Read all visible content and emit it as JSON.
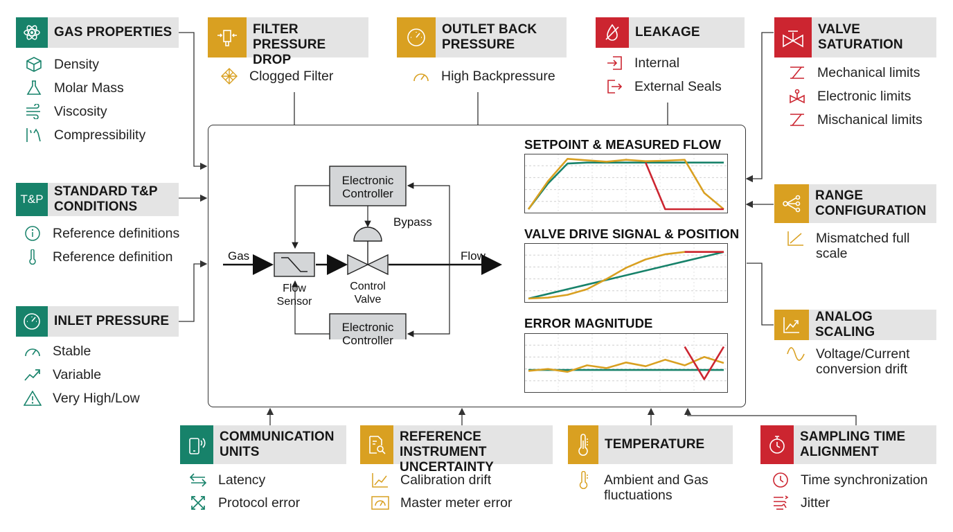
{
  "gas_properties": {
    "title": "GAS PROPERTIES",
    "icon": "atom-icon",
    "items": [
      {
        "label": "Density",
        "icon": "cube-icon"
      },
      {
        "label": "Molar Mass",
        "icon": "flask-icon"
      },
      {
        "label": "Viscosity",
        "icon": "wind-icon"
      },
      {
        "label": "Compressibility",
        "icon": "compress-icon"
      }
    ]
  },
  "standard_tp": {
    "title_line1": "STANDARD T&P",
    "title_line2": "CONDITIONS",
    "icon_text": "T&P",
    "items": [
      {
        "label": "Reference definitions",
        "icon": "info-icon"
      },
      {
        "label": "Reference definition",
        "icon": "thermometer-icon"
      }
    ]
  },
  "inlet_pressure": {
    "title": "INLET PRESSURE",
    "icon": "gauge-icon",
    "items": [
      {
        "label": "Stable",
        "icon": "gauge-icon"
      },
      {
        "label": "Variable",
        "icon": "trend-up-icon"
      },
      {
        "label": "Very High/Low",
        "icon": "warning-icon"
      }
    ]
  },
  "filter_pressure_drop": {
    "title_line1": "FILTER",
    "title_line2": "PRESSURE DROP",
    "icon": "filter-icon",
    "items": [
      {
        "label": "Clogged Filter",
        "icon": "mesh-icon"
      }
    ]
  },
  "outlet_back_pressure": {
    "title_line1": "OUTLET BACK",
    "title_line2": "PRESSURE",
    "icon": "gauge-icon",
    "items": [
      {
        "label": "High Backpressure",
        "icon": "gauge-icon"
      }
    ]
  },
  "leakage": {
    "title": "LEAKAGE",
    "icon": "drop-slash-icon",
    "items": [
      {
        "label": "Internal",
        "icon": "arrow-in-icon"
      },
      {
        "label": "External Seals",
        "icon": "arrow-out-icon"
      }
    ]
  },
  "valve_saturation": {
    "title_line1": "VALVE",
    "title_line2": "SATURATION",
    "icon": "valve-icon",
    "items": [
      {
        "label": "Mechanical limits",
        "icon": "limit-icon"
      },
      {
        "label": "Electronic limits",
        "icon": "valve-icon"
      },
      {
        "label": "Mischanical limits",
        "icon": "limit-icon"
      }
    ]
  },
  "range_configuration": {
    "title_line1": "RANGE",
    "title_line2": "CONFIGURATION",
    "icon": "branch-icon",
    "items": [
      {
        "label_line1": "Mismatched full",
        "label_line2": "scale",
        "icon": "trend-icon"
      }
    ]
  },
  "analog_scaling": {
    "title": "ANALOG SCALING",
    "icon": "chart-icon",
    "items": [
      {
        "label_line1": "Voltage/Current",
        "label_line2": "conversion drift",
        "icon": "sine-icon"
      }
    ]
  },
  "communication_units": {
    "title_line1": "COMMUNICATION",
    "title_line2": "UNITS",
    "icon": "phone-signal-icon",
    "items": [
      {
        "label": "Latency",
        "icon": "swap-arrows-icon"
      },
      {
        "label": "Protocol error",
        "icon": "cross-arrows-icon"
      }
    ]
  },
  "reference_instrument": {
    "title_line1": "REFERENCE INSTRUMENT",
    "title_line2": "UNCERTAINTY",
    "icon": "document-search-icon",
    "items": [
      {
        "label": "Calibration drift",
        "icon": "trend-icon"
      },
      {
        "label": "Master meter error",
        "icon": "meter-icon"
      }
    ]
  },
  "temperature": {
    "title": "TEMPERATURE",
    "icon": "thermometer-icon",
    "items": [
      {
        "label_line1": "Ambient and Gas",
        "label_line2": "fluctuations",
        "icon": "thermometer-icon"
      }
    ]
  },
  "sampling_time": {
    "title_line1": "SAMPLING TIME",
    "title_line2": "ALIGNMENT",
    "icon": "stopwatch-icon",
    "items": [
      {
        "label": "Time synchronization",
        "icon": "clock-icon"
      },
      {
        "label": "Jitter",
        "icon": "jitter-icon"
      }
    ]
  },
  "diagram": {
    "gas": "Gas",
    "flow": "Flow",
    "bypass": "Bypass",
    "controller_top_line1": "Electronic",
    "controller_top_line2": "Controller",
    "controller_bottom_line1": "Electronic",
    "controller_bottom_line2": "Controller",
    "sensor_line1": "Flow",
    "sensor_line2": "Sensor",
    "valve_line1": "Control",
    "valve_line2": "Valve"
  },
  "colors": {
    "green": "#17826a",
    "gold": "#d9a021",
    "red": "#cc2530",
    "card_bg": "#e4e4e4"
  },
  "chart_data": [
    {
      "type": "line",
      "title": "SETPOINT & MEASURED FLOW",
      "x": [
        0,
        10,
        20,
        30,
        40,
        50,
        60,
        70,
        80,
        90,
        100
      ],
      "series": [
        {
          "color": "#17826a",
          "values": [
            0,
            0.55,
            0.98,
            1,
            1,
            1,
            1,
            1,
            1,
            1,
            1
          ]
        },
        {
          "color": "#d9a021",
          "values": [
            0,
            0.6,
            1.08,
            1.05,
            1.02,
            1.06,
            1.03,
            1.04,
            1.06,
            0.35,
            0
          ]
        },
        {
          "color": "#cc2530",
          "values": [
            null,
            null,
            null,
            null,
            null,
            null,
            1.0,
            0,
            0,
            0,
            0
          ]
        }
      ]
    },
    {
      "type": "line",
      "title": "VALVE DRIVE SIGNAL & POSITION",
      "x": [
        0,
        10,
        20,
        30,
        40,
        50,
        60,
        70,
        80,
        90,
        100
      ],
      "series": [
        {
          "color": "#17826a",
          "values": [
            0,
            0.1,
            0.2,
            0.3,
            0.4,
            0.5,
            0.6,
            0.7,
            0.8,
            0.9,
            1.0
          ]
        },
        {
          "color": "#d9a021",
          "values": [
            0,
            0.02,
            0.08,
            0.2,
            0.42,
            0.66,
            0.84,
            0.95,
            1.0,
            1.0,
            1.0
          ]
        },
        {
          "color": "#cc2530",
          "values": [
            null,
            null,
            null,
            null,
            null,
            null,
            null,
            null,
            1.0,
            1.0,
            1.0
          ]
        }
      ]
    },
    {
      "type": "line",
      "title": "ERROR MAGNITUDE",
      "x": [
        0,
        10,
        20,
        30,
        40,
        50,
        60,
        70,
        80,
        90,
        100
      ],
      "series": [
        {
          "color": "#17826a",
          "values": [
            0.4,
            0.4,
            0.4,
            0.4,
            0.4,
            0.4,
            0.4,
            0.4,
            0.4,
            0.4,
            0.4
          ]
        },
        {
          "color": "#d9a021",
          "values": [
            0.38,
            0.42,
            0.36,
            0.5,
            0.44,
            0.56,
            0.48,
            0.62,
            0.5,
            0.68,
            0.55
          ]
        },
        {
          "color": "#cc2530",
          "values": [
            null,
            null,
            null,
            null,
            null,
            null,
            null,
            null,
            0.9,
            0.2,
            0.9
          ]
        }
      ]
    }
  ]
}
